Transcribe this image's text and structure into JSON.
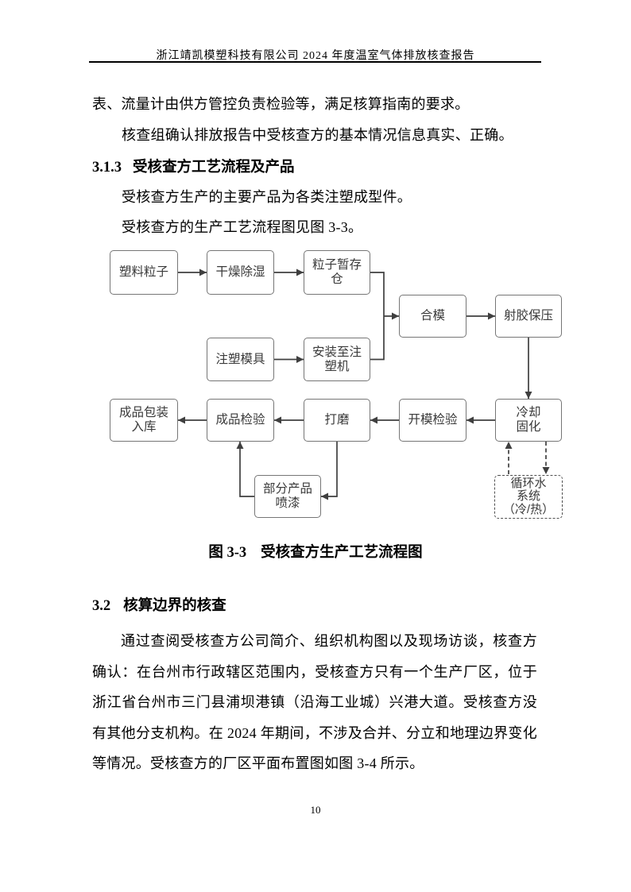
{
  "header": {
    "title": "浙江靖凯模塑科技有限公司 2024 年度温室气体排放核查报告"
  },
  "body": {
    "para_tail": "表、流量计由供方管控负责检验等，满足核算指南的要求。",
    "para_confirm": "核查组确认排放报告中受核查方的基本情况信息真实、正确。",
    "heading_313": {
      "number": "3.1.3",
      "text": "受核查方工艺流程及产品"
    },
    "para_products": "受核查方生产的主要产品为各类注塑成型件。",
    "para_flow_ref": "受核查方的生产工艺流程图见图 3-3。",
    "figure_caption": {
      "prefix": "图 3-3",
      "text": "受核查方生产工艺流程图"
    },
    "heading_32": {
      "number": "3.2",
      "text": "核算边界的核查"
    },
    "para_boundary": "通过查阅受核查方公司简介、组织机构图以及现场访谈，核查方确认：在台州市行政辖区范围内，受核查方只有一个生产厂区，位于浙江省台州市三门县浦坝港镇（沿海工业城）兴港大道。受核查方没有其他分支机构。在 2024 年期间，不涉及合并、分立和地理边界变化等情况。受核查方的厂区平面布置图如图 3-4 所示。"
  },
  "flowchart": {
    "boxes": {
      "plastic": "塑料粒子",
      "dry": "干燥除湿",
      "silo": "粒子暂存\n仓",
      "mold": "注塑模具",
      "install": "安装至注\n塑机",
      "clamp": "合模",
      "inject_hold": "射胶保压",
      "cool": "冷却\n固化",
      "open_check": "开模检验",
      "grind": "打磨",
      "final_check": "成品检验",
      "pack": "成品包装\n入库",
      "paint": "部分产品\n喷漆",
      "water": "循环水\n系统\n（冷/热）"
    },
    "colors": {
      "box_border": "#767676",
      "connector": "#3f3f3f",
      "box_text": "#3a3a3a",
      "header_rule": "#000000"
    }
  },
  "footer": {
    "page_number": "10"
  }
}
